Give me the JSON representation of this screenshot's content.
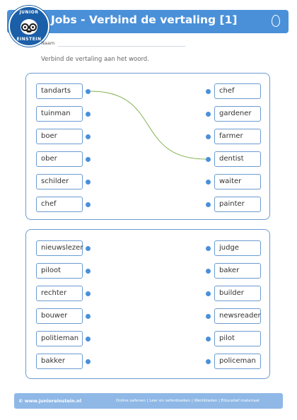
{
  "header": {
    "title": "Jobs - Verbind de vertaling [1]",
    "logo_top": "JUNIOR",
    "logo_bottom": "EINSTEIN",
    "icon": "egg-outline-icon",
    "color": "#4a90d9"
  },
  "name_label": "Naam",
  "instruction": "Verbind de vertaling aan het woord.",
  "sections": [
    {
      "left": [
        "tandarts",
        "tuinman",
        "boer",
        "ober",
        "schilder",
        "chef"
      ],
      "right": [
        "chef",
        "gardener",
        "farmer",
        "dentist",
        "waiter",
        "painter"
      ],
      "connections": [
        [
          0,
          3
        ]
      ]
    },
    {
      "left": [
        "nieuwslezer",
        "piloot",
        "rechter",
        "bouwer",
        "politieman",
        "bakker"
      ],
      "right": [
        "judge",
        "baker",
        "builder",
        "newsreader",
        "pilot",
        "policeman"
      ],
      "connections": []
    }
  ],
  "footer": {
    "site": "© www.junioreinstein.nl",
    "links": "Online oefenen | Leer en oefenboeken | Werkbladen | Educatief materiaal"
  },
  "colors": {
    "accent": "#4a90d9",
    "border": "#6b9bd1",
    "line": "#7fb04a"
  }
}
